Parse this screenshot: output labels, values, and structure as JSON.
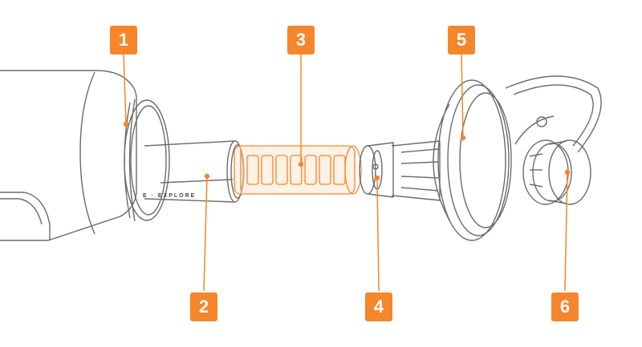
{
  "diagram": {
    "accent_color": "#f5862b",
    "line_color": "#6b6b6b",
    "imprint_text": "E · EXPLORE",
    "callouts": [
      {
        "label": "1"
      },
      {
        "label": "2"
      },
      {
        "label": "3"
      },
      {
        "label": "4"
      },
      {
        "label": "5"
      },
      {
        "label": "6"
      }
    ]
  }
}
